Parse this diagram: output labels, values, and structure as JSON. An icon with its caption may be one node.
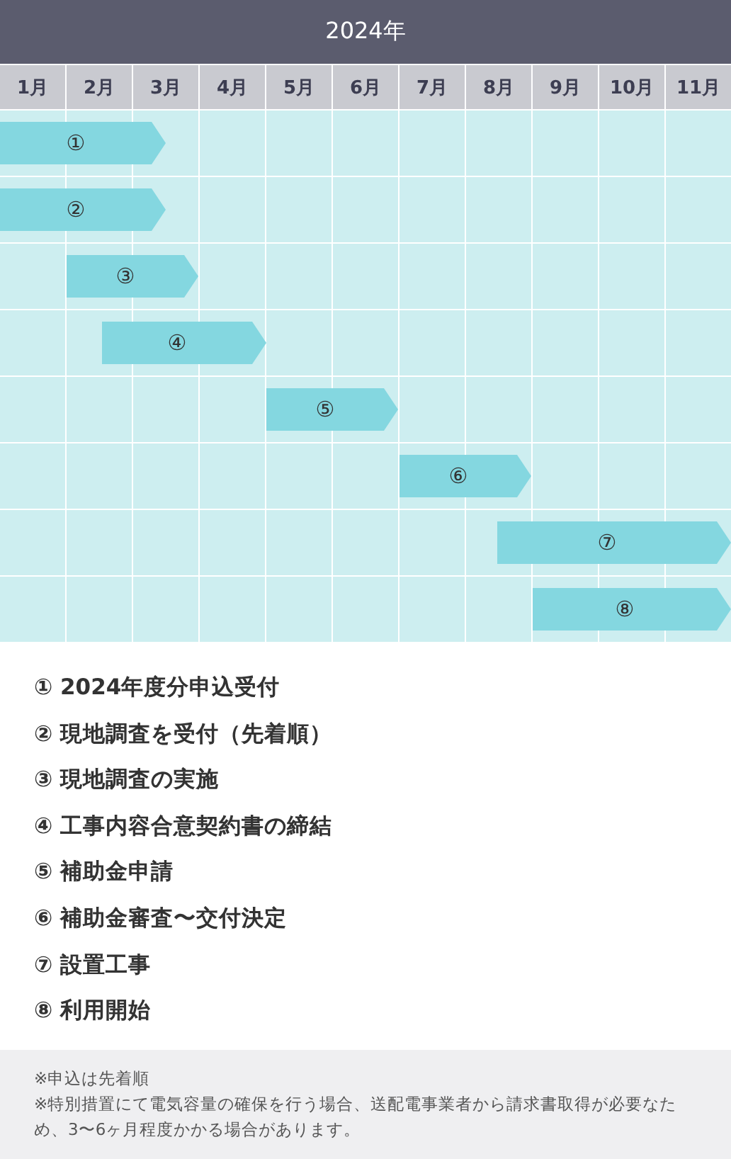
{
  "diagram": {
    "title": "2024年",
    "nodes": [
      {
        "text": [
          "①"
        ]
      },
      {
        "text": [
          "②"
        ]
      },
      {
        "text": [
          "③"
        ]
      },
      {
        "text": [
          "④"
        ]
      },
      {
        "text": [
          "⑤"
        ]
      },
      {
        "text": [
          "⑥"
        ]
      },
      {
        "text": [
          "⑦"
        ]
      },
      {
        "text": [
          "⑧"
        ]
      }
    ],
    "edges": [],
    "labels": [
      "1月",
      "2月",
      "3月",
      "4月",
      "5月",
      "6月",
      "7月",
      "8月",
      "9月",
      "10月",
      "11月",
      "① 2024年度分申込受付",
      "② 現地調査を受付（先着順）",
      "③ 現地調査の実施",
      "④ 工事内容合意契約書の締結",
      "⑤ 補助金申請",
      "⑥ 補助金審査〜交付決定",
      "⑦ 設置工事",
      "⑧ 利用開始",
      "※申込は先着順",
      "※特別措置にて電気容量の確保を行う場合、送配電事業者から請求書取得が必要なため、3〜6ヶ月程度かかる場合があります。"
    ]
  }
}
